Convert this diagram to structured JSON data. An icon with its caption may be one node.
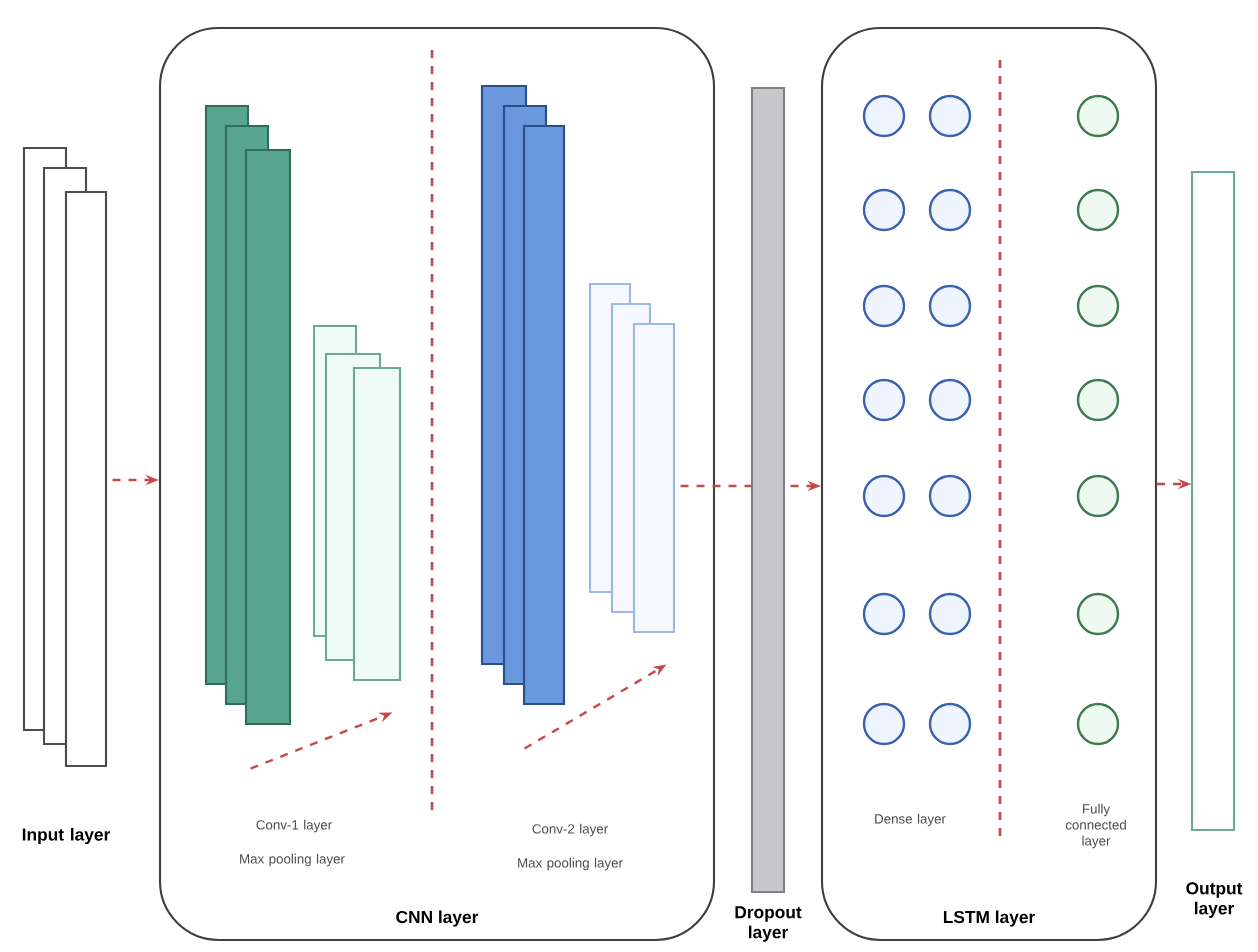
{
  "diagram": {
    "nodes": [
      {
        "text": [
          "Input layer"
        ]
      },
      {
        "text": [
          "CNN layer"
        ]
      },
      {
        "text": [],
        "shape": "bar",
        "in": 1
      },
      {
        "text": [],
        "shape": "bar",
        "in": 1
      },
      {
        "text": [],
        "shape": "bar",
        "in": 1
      },
      {
        "text": [],
        "shape": "bar",
        "in": 1
      },
      {
        "text": [
          "Dropout layer"
        ]
      },
      {
        "text": [
          "LSTM layer"
        ]
      },
      {
        "text": [],
        "shape": "circle",
        "in": 7
      },
      {
        "text": [],
        "shape": "circle",
        "in": 7
      },
      {
        "text": [],
        "shape": "circle",
        "in": 7
      },
      {
        "text": [],
        "shape": "circle",
        "in": 7
      },
      {
        "text": [],
        "shape": "circle",
        "in": 7
      },
      {
        "text": [],
        "shape": "circle",
        "in": 7
      },
      {
        "text": [],
        "shape": "circle",
        "in": 7
      },
      {
        "text": [],
        "shape": "circle",
        "in": 7
      },
      {
        "text": [],
        "shape": "circle",
        "in": 7
      },
      {
        "text": [],
        "shape": "circle",
        "in": 7
      },
      {
        "text": [],
        "shape": "circle",
        "in": 7
      },
      {
        "text": [],
        "shape": "circle",
        "in": 7
      },
      {
        "text": [],
        "shape": "circle",
        "in": 7
      },
      {
        "text": [],
        "shape": "circle",
        "in": 7
      },
      {
        "text": [],
        "shape": "circle",
        "in": 7
      },
      {
        "text": [],
        "shape": "circle",
        "in": 7
      },
      {
        "text": [],
        "shape": "circle",
        "in": 7
      },
      {
        "text": [],
        "shape": "circle",
        "in": 7
      },
      {
        "text": [],
        "shape": "circle",
        "in": 7
      },
      {
        "text": [],
        "shape": "circle",
        "in": 7
      },
      {
        "text": [],
        "shape": "circle",
        "in": 7
      },
      {
        "text": [
          "Output layer"
        ]
      }
    ],
    "edges": [
      {
        "from": 0,
        "to": 1,
        "arrow": "to",
        "style": "dashed"
      },
      {
        "from": 2,
        "to": 3,
        "arrow": "to",
        "style": "dashed"
      },
      {
        "from": 4,
        "to": 5,
        "arrow": "to",
        "style": "dashed"
      },
      {
        "from": 5,
        "to": 6,
        "arrow": "none",
        "style": "dashed"
      },
      {
        "from": 6,
        "to": 7,
        "arrow": "to",
        "style": "dashed"
      },
      {
        "from": 7,
        "to": 29,
        "arrow": "to",
        "style": "dashed"
      }
    ],
    "labels": [
      "Conv-1 layer",
      "Max pooling layer",
      "Conv-2 layer",
      "Max pooling layer",
      "Dense layer",
      "Fully connected layer"
    ]
  }
}
